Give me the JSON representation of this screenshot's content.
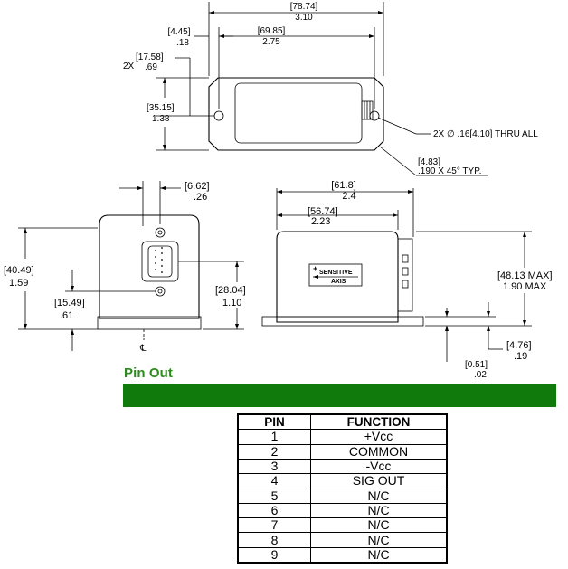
{
  "drawing": {
    "top_view": {
      "overall_width_mm": "[78.74]",
      "overall_width_in": "3.10",
      "mount_spacing_mm": "[69.85]",
      "mount_spacing_in": "2.75",
      "hole_offset_mm": "[4.45]",
      "hole_offset_in": ".18",
      "hole_from_edge_prefix": "2X",
      "hole_from_edge_mm": "[17.58]",
      "hole_from_edge_in": ".69",
      "depth_mm": "[35.15]",
      "depth_in": "1.38",
      "hole_callout": "2X ∅ .16[4.10] THRU ALL",
      "chamfer_mm": "[4.83]",
      "chamfer_in": ".190  X 45° TYP."
    },
    "front_view": {
      "connector_offset_mm": "[6.62]",
      "connector_offset_in": ".26",
      "height_mm": "[40.49]",
      "height_in": "1.59",
      "connector_height_mm": "[28.04]",
      "connector_height_in": "1.10",
      "base_height_mm": "[15.49]",
      "base_height_in": ".61",
      "centerline": "℄"
    },
    "side_view": {
      "width_mm": "[61.8]",
      "width_in": "2.4",
      "body_width_mm": "[56.74]",
      "body_width_in": "2.23",
      "max_height_mm": "[48.13 MAX]",
      "max_height_in": "1.90 MAX",
      "flange_mm": "[4.76]",
      "flange_in": ".19",
      "flange_thk_mm": "[0.51]",
      "flange_thk_in": ".02",
      "label_line1": "SENSITIVE",
      "label_line2": "AXIS",
      "label_sign": "+"
    }
  },
  "pin_out": {
    "title": "Pin Out",
    "bar_color": "#107a0c",
    "title_color": "#2e8b1e",
    "headers": {
      "pin": "PIN",
      "function": "FUNCTION"
    },
    "rows": [
      {
        "pin": "1",
        "function": "+Vcc"
      },
      {
        "pin": "2",
        "function": "COMMON"
      },
      {
        "pin": "3",
        "function": "-Vcc"
      },
      {
        "pin": "4",
        "function": "SIG OUT"
      },
      {
        "pin": "5",
        "function": "N/C"
      },
      {
        "pin": "6",
        "function": "N/C"
      },
      {
        "pin": "7",
        "function": "N/C"
      },
      {
        "pin": "8",
        "function": "N/C"
      },
      {
        "pin": "9",
        "function": "N/C"
      }
    ]
  }
}
